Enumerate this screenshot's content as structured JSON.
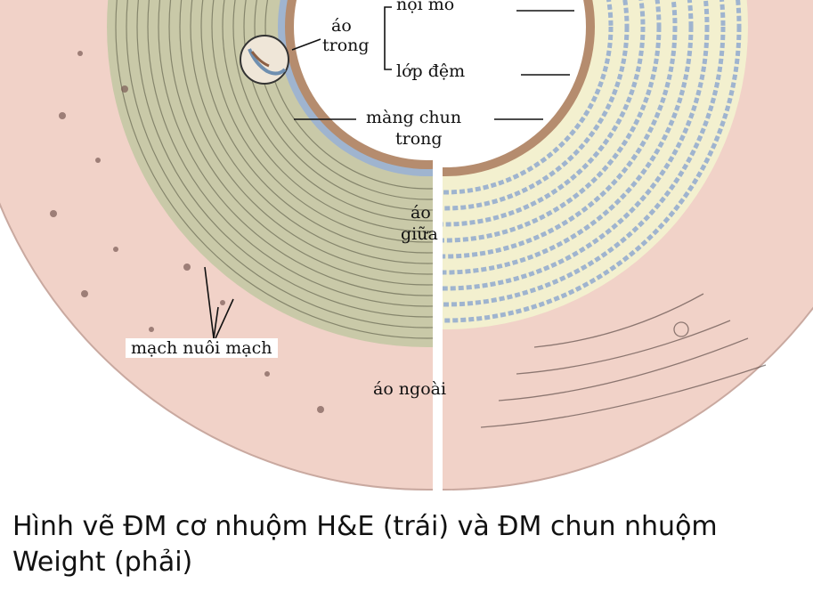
{
  "labels": {
    "noi_mo": "nội mô",
    "ao_trong_1": "áo",
    "ao_trong_2": "trong",
    "lop_dem": "lớp đệm",
    "mang_chun_1": "màng chun",
    "mang_chun_2": "trong",
    "ao_giua_1": "áo",
    "ao_giua_2": "giữa",
    "mach_nuoi_mach": "mạch nuôi mạch",
    "ao_ngoai": "áo ngoài"
  },
  "caption": {
    "line1": "Hình vẽ ĐM cơ nhuộm H&E (trái) và ĐM chun nhuộm",
    "line2": "Weight (phải)"
  },
  "colors": {
    "adventitia": "#f1d2c8",
    "media_left": "#c9c9a8",
    "media_right": "#f3f0cf",
    "elastic_lamina": "#9fb4cf",
    "intima_brown": "#b58c6e",
    "lumen": "#ffffff",
    "ink": "#111111"
  }
}
